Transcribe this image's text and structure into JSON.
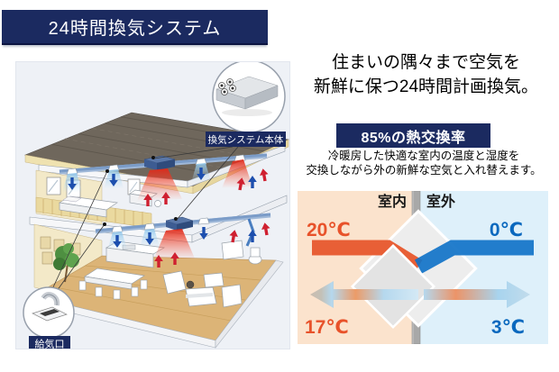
{
  "header": {
    "title": "24時間換気システム"
  },
  "illustration": {
    "unit_label": "換気システム本体",
    "supply_label": "給気口"
  },
  "intro": {
    "line1": "住まいの隅々まで空気を",
    "line2": "新鮮に保つ24時間計画換気。"
  },
  "feature": {
    "banner": "85%の熱交換率",
    "desc_line1": "冷暖房した快適な室内の温度と湿度を",
    "desc_line2": "交換しながら外の新鮮な空気と入れ替えます。"
  },
  "exchange_diagram": {
    "indoor_label": "室内",
    "outdoor_label": "室外",
    "indoor_intake_temp": "20℃",
    "outdoor_intake_temp": "0℃",
    "supply_temp": "17℃",
    "exhaust_temp": "3℃"
  },
  "colors": {
    "navy": "#1b2a60",
    "warm": "#e8522a",
    "cold": "#0968be",
    "indoor_bg": "#fbe3cd",
    "outdoor_bg": "#def0fa",
    "duct_blue": "#7b9cc8"
  }
}
